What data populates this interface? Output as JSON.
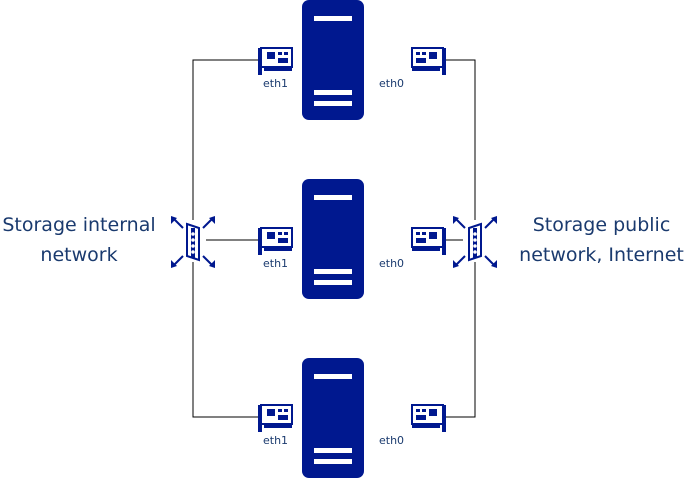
{
  "networks": {
    "internal": {
      "line1": "Storage internal",
      "line2": "network"
    },
    "public": {
      "line1": "Storage public",
      "line2": "network, Internet"
    }
  },
  "servers": [
    {
      "left_port": "eth1",
      "right_port": "eth0"
    },
    {
      "left_port": "eth1",
      "right_port": "eth0"
    },
    {
      "left_port": "eth1",
      "right_port": "eth0"
    }
  ],
  "colors": {
    "primary": "#00188f",
    "text": "#1a3a6e",
    "line": "#000000"
  }
}
